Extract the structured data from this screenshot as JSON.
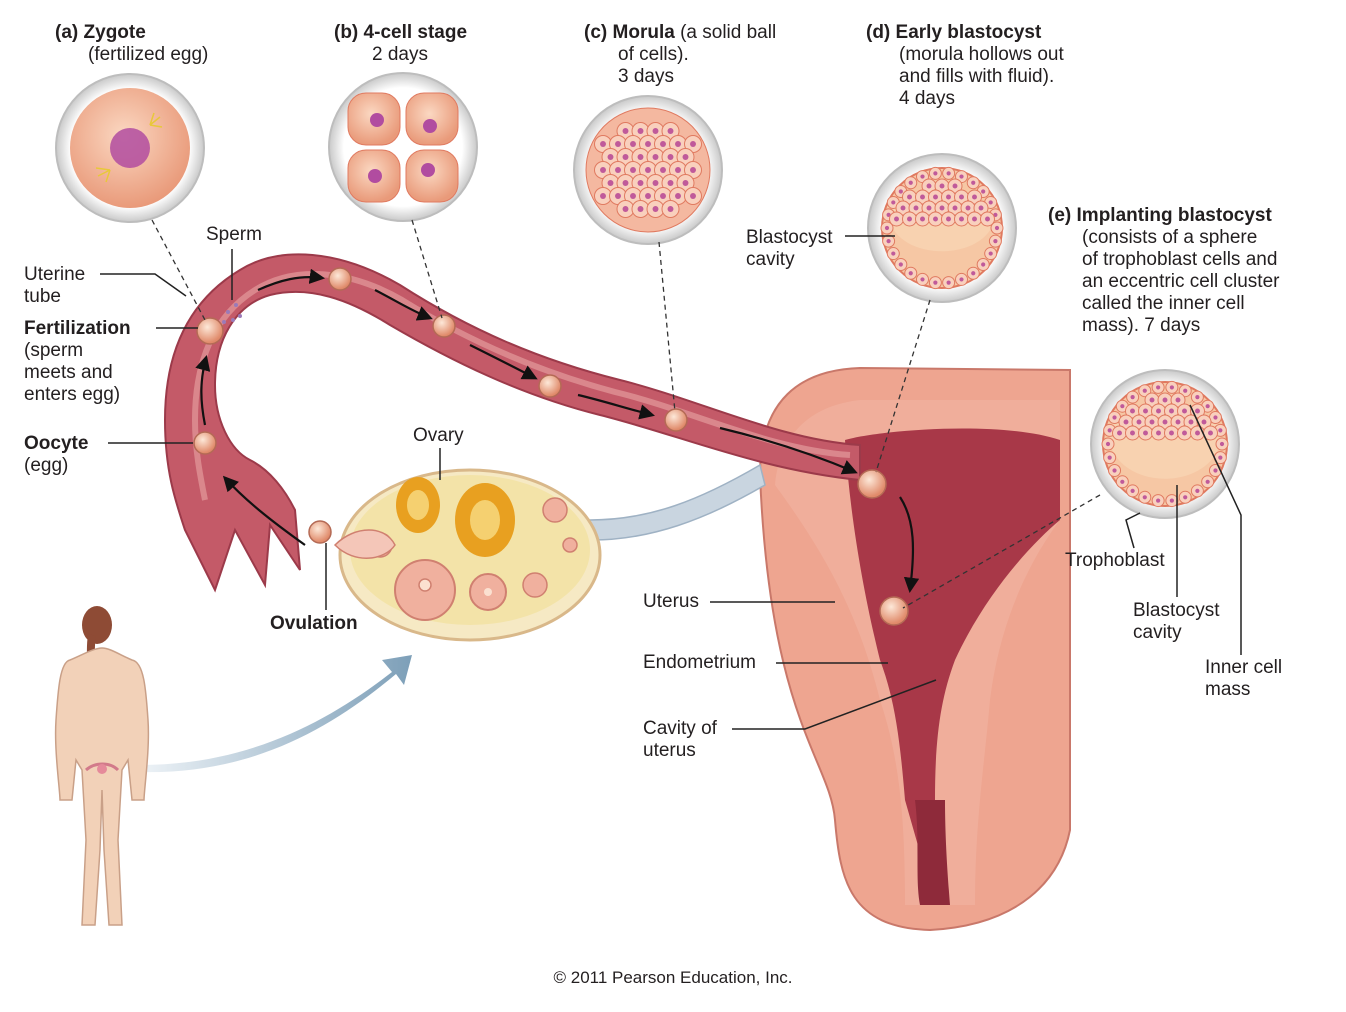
{
  "stages": {
    "a": {
      "letter": "(a)",
      "title": "Zygote",
      "desc": "(fertilized egg)"
    },
    "b": {
      "letter": "(b)",
      "title": "4-cell stage",
      "time": "2 days"
    },
    "c": {
      "letter": "(c)",
      "title": "Morula",
      "desc1": "(a solid ball",
      "desc2": "of cells).",
      "time": "3 days"
    },
    "d": {
      "letter": "(d)",
      "title": "Early blastocyst",
      "desc1": "(morula hollows out",
      "desc2": "and fills with fluid).",
      "time": "4 days"
    },
    "e": {
      "letter": "(e)",
      "title": "Implanting blastocyst",
      "desc": [
        "(consists of a sphere",
        "of trophoblast cells and",
        "an eccentric cell cluster",
        "called the inner cell",
        "mass). 7 days"
      ]
    }
  },
  "labels": {
    "sperm": "Sperm",
    "uterine_tube": [
      "Uterine",
      "tube"
    ],
    "fertilization_title": "Fertilization",
    "fertilization_desc": [
      "(sperm",
      "meets and",
      "enters egg)"
    ],
    "oocyte_title": "Oocyte",
    "oocyte_desc": "(egg)",
    "ovary": "Ovary",
    "ovulation": "Ovulation",
    "blastocyst_cavity_d": [
      "Blastocyst",
      "cavity"
    ],
    "uterus": "Uterus",
    "endometrium": "Endometrium",
    "cavity_of_uterus": [
      "Cavity of",
      "uterus"
    ],
    "trophoblast": "Trophoblast",
    "blastocyst_cavity_e": [
      "Blastocyst",
      "cavity"
    ],
    "inner_cell_mass": [
      "Inner cell",
      "mass"
    ]
  },
  "copyright": "© 2011 Pearson Education, Inc.",
  "colors": {
    "tube": "#b8505f",
    "tube_light": "#e6a0a0",
    "uterus_outer": "#e9a08c",
    "uterus_inner": "#a83848",
    "cell": "#f2b595",
    "ovary": "#f3e3a8",
    "arrow_blue": "#7d9fb8"
  }
}
